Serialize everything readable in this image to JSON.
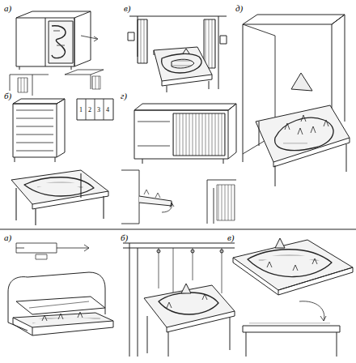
{
  "diagram": {
    "labels": [
      "а)",
      "в)",
      "д)",
      "б)",
      "1",
      "2",
      "3",
      "4",
      "г)",
      "а)",
      "б)",
      "в)"
    ]
  }
}
